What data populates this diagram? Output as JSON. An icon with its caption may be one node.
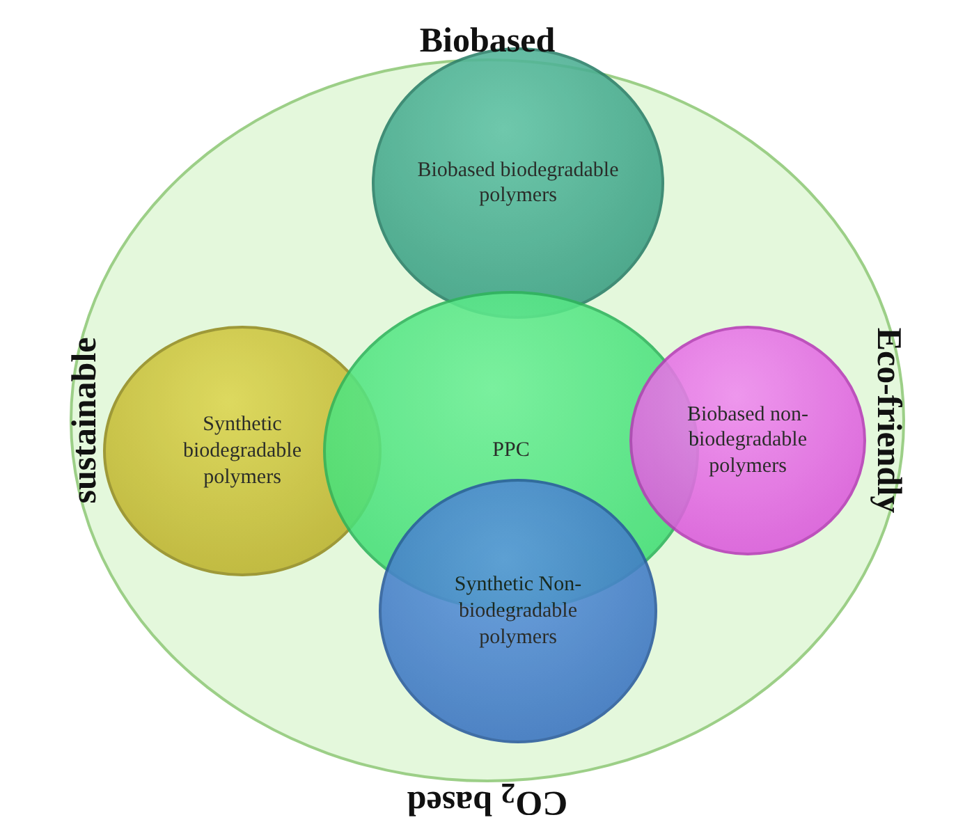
{
  "diagram": {
    "nodes": [
      {
        "text": [
          "Biobased",
          "Eco-friendly",
          "CO$_{2}$ based",
          "sustainable"
        ]
      },
      {
        "text": [
          "Biobased biodegradable polymers"
        ],
        "in": 0
      },
      {
        "text": [
          "Synthetic biodegradable polymers"
        ],
        "in": 0
      },
      {
        "text": [
          "PPC"
        ],
        "in": 0
      },
      {
        "text": [
          "Biobased non-biodegradable polymers"
        ],
        "in": 0
      },
      {
        "text": [
          "Synthetic Non-biodegradable polymers"
        ],
        "in": 0
      }
    ]
  }
}
